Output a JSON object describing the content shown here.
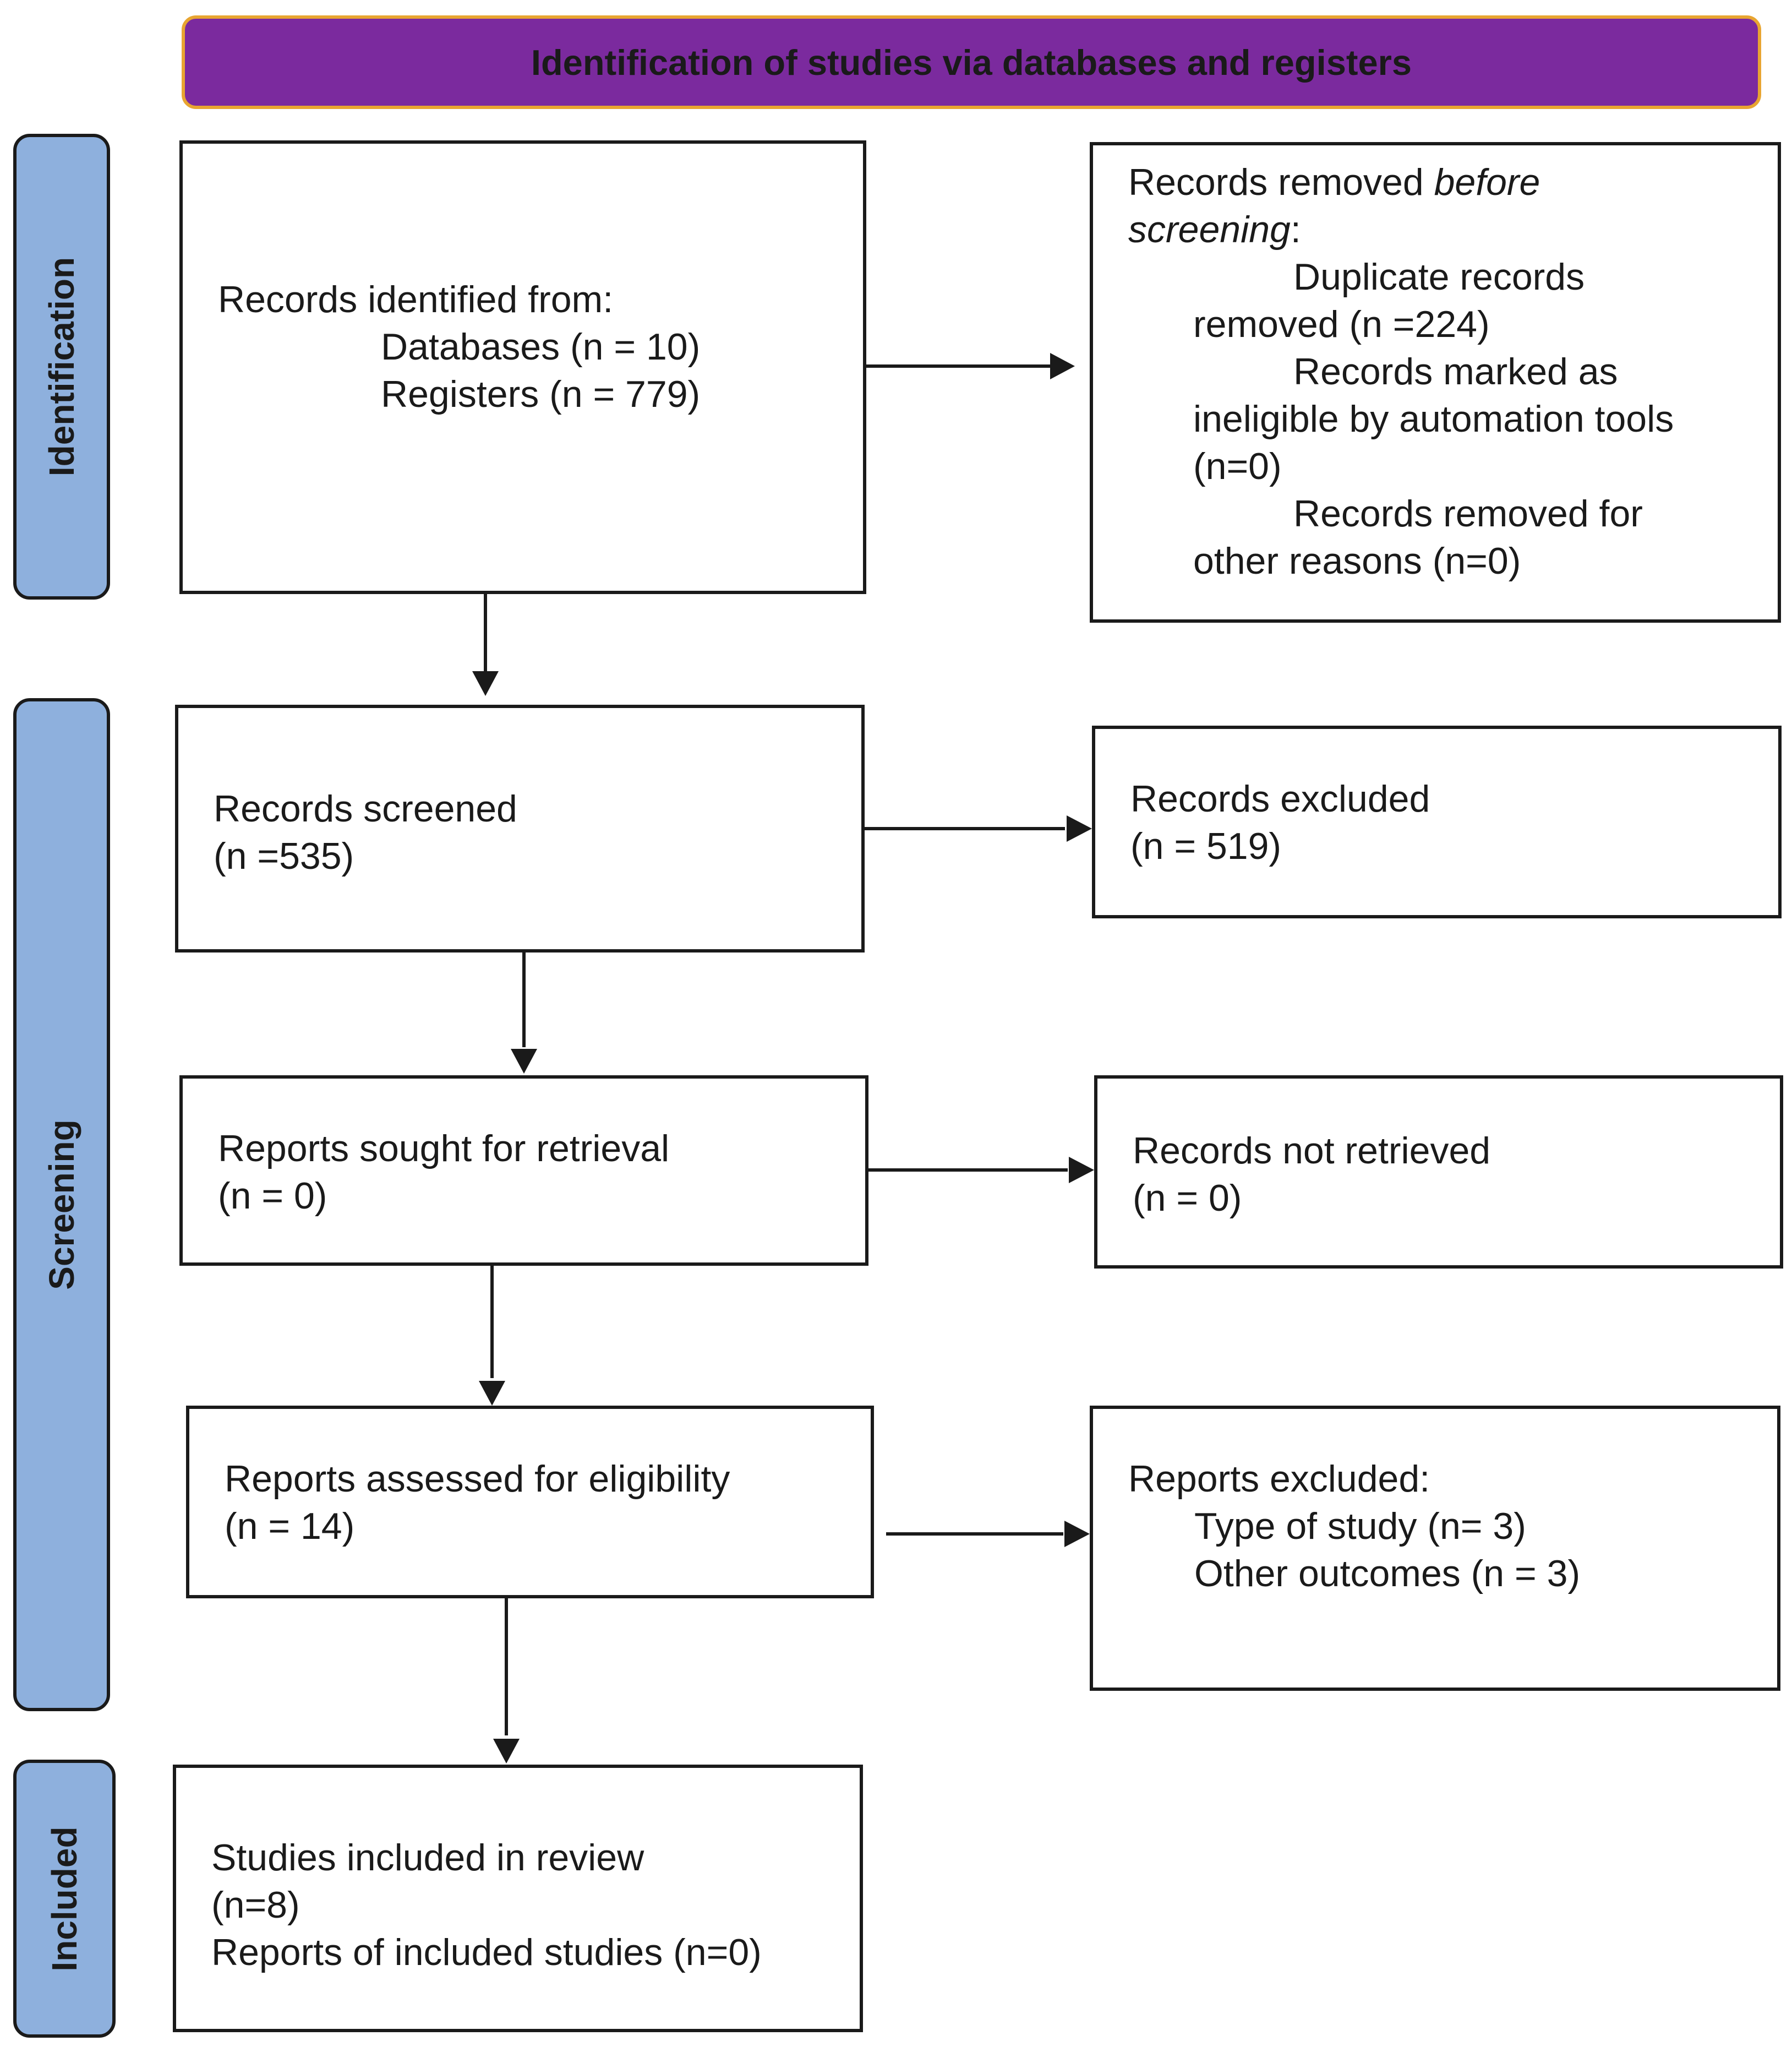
{
  "header": {
    "title": "Identification of studies via databases and registers"
  },
  "phases": {
    "identification": "Identification",
    "screening": "Screening",
    "included": "Included"
  },
  "boxes": {
    "records_identified": {
      "title": "Records identified from:",
      "databases": "Databases (n = 10)",
      "registers": "Registers (n = 779)"
    },
    "records_removed": {
      "title_prefix": "Records removed ",
      "title_italic": "before screening",
      "title_suffix": ":",
      "duplicate_1": "Duplicate records",
      "duplicate_2": "removed (n =224)",
      "ineligible_1": "Records marked as",
      "ineligible_2": "ineligible by automation tools",
      "ineligible_3": "(n=0)",
      "other_1": "Records removed for",
      "other_2": "other reasons (n=0)"
    },
    "records_screened": {
      "title": "Records screened",
      "count": "(n =535)"
    },
    "records_excluded": {
      "title": "Records excluded",
      "count": "(n = 519)"
    },
    "reports_sought": {
      "title": "Reports sought for retrieval",
      "count": "(n = 0)"
    },
    "records_not_retrieved": {
      "title": "Records not retrieved",
      "count": "(n = 0)"
    },
    "reports_assessed": {
      "title": "Reports assessed for eligibility",
      "count": "(n = 14)"
    },
    "reports_excluded": {
      "title": "Reports excluded:",
      "type_of_study": "Type of study (n= 3)",
      "other_outcomes": "Other outcomes (n = 3)"
    },
    "studies_included": {
      "title": "Studies included in review",
      "count": "(n=8)",
      "reports": "Reports of included studies (n=0)"
    }
  }
}
